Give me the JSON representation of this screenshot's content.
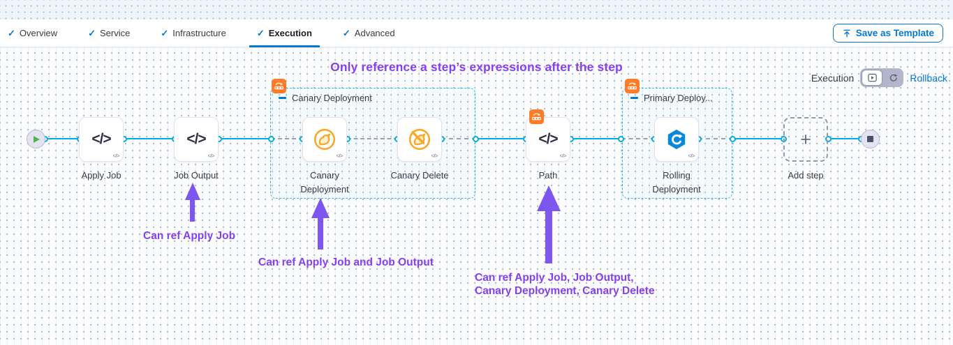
{
  "tabs": {
    "items": [
      {
        "label": "Overview",
        "checked": true
      },
      {
        "label": "Service",
        "checked": true
      },
      {
        "label": "Infrastructure",
        "checked": true
      },
      {
        "label": "Execution",
        "checked": true,
        "active": true
      },
      {
        "label": "Advanced",
        "checked": true
      }
    ]
  },
  "toolbar": {
    "save_as_template_label": "Save as Template"
  },
  "mode": {
    "execution_label": "Execution",
    "rollback_label": "Rollback"
  },
  "canvas": {
    "heading": "Only reference a step’s expressions after the step",
    "groups": {
      "canary": {
        "label": "Canary Deployment"
      },
      "primary": {
        "label": "Primary Deploy..."
      }
    },
    "steps": {
      "apply_job": "Apply Job",
      "job_output": "Job Output",
      "canary_deployment": "Canary Deployment",
      "canary_delete": "Canary Delete",
      "path": "Path",
      "rolling_deployment": "Rolling Deployment",
      "add_step": "Add step"
    },
    "annotations": {
      "ref_job_output": "Can ref Apply Job",
      "ref_canary": "Can ref Apply Job and Job Output",
      "ref_path_line1": "Can ref Apply Job, Job Output,",
      "ref_path_line2": "Canary Deployment, Canary Delete"
    }
  },
  "icons": {
    "code": "</>",
    "plus": "+",
    "check": "✓"
  },
  "colors": {
    "primary_blue": "#0278d5",
    "connector_cyan": "#00ade4",
    "annotation_purple": "#8540f2",
    "badge_orange": "#ff7b26",
    "icon_orange": "#f9a825",
    "rolling_blue": "#0a89d8",
    "text_dark": "#383946"
  }
}
